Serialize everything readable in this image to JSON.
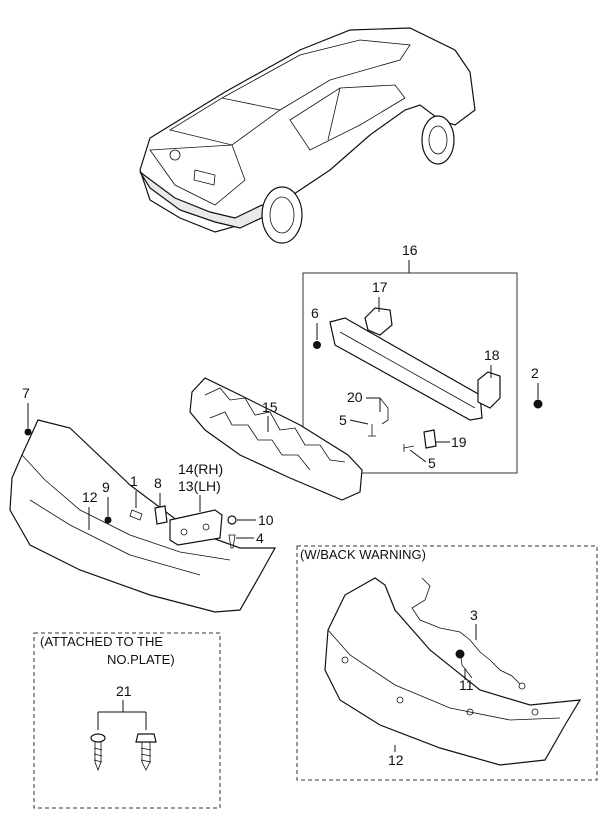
{
  "callouts": {
    "p1": "1",
    "p2": "2",
    "p3": "3",
    "p4": "4",
    "p5a": "5",
    "p5b": "5",
    "p6": "6",
    "p7": "7",
    "p8": "8",
    "p9": "9",
    "p10": "10",
    "p11": "11",
    "p12a": "12",
    "p12b": "12",
    "p13": "13(LH)",
    "p14": "14(RH)",
    "p15": "15",
    "p16": "16",
    "p17": "17",
    "p18": "18",
    "p19": "19",
    "p20": "20",
    "p21": "21"
  },
  "boxes": {
    "back_warning": "(W/BACK WARNING)",
    "plate_line1": "(ATTACHED TO THE",
    "plate_line2": "NO.PLATE)"
  }
}
